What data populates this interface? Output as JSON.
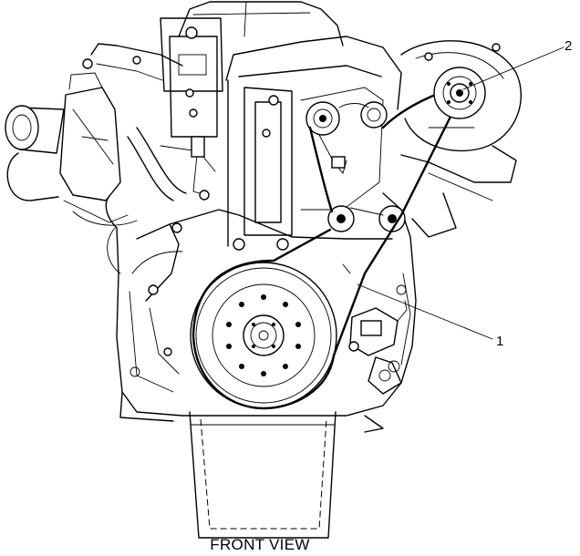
{
  "figure": {
    "caption": "FRONT VIEW",
    "callouts": [
      {
        "label": "1"
      },
      {
        "label": "2"
      }
    ]
  }
}
